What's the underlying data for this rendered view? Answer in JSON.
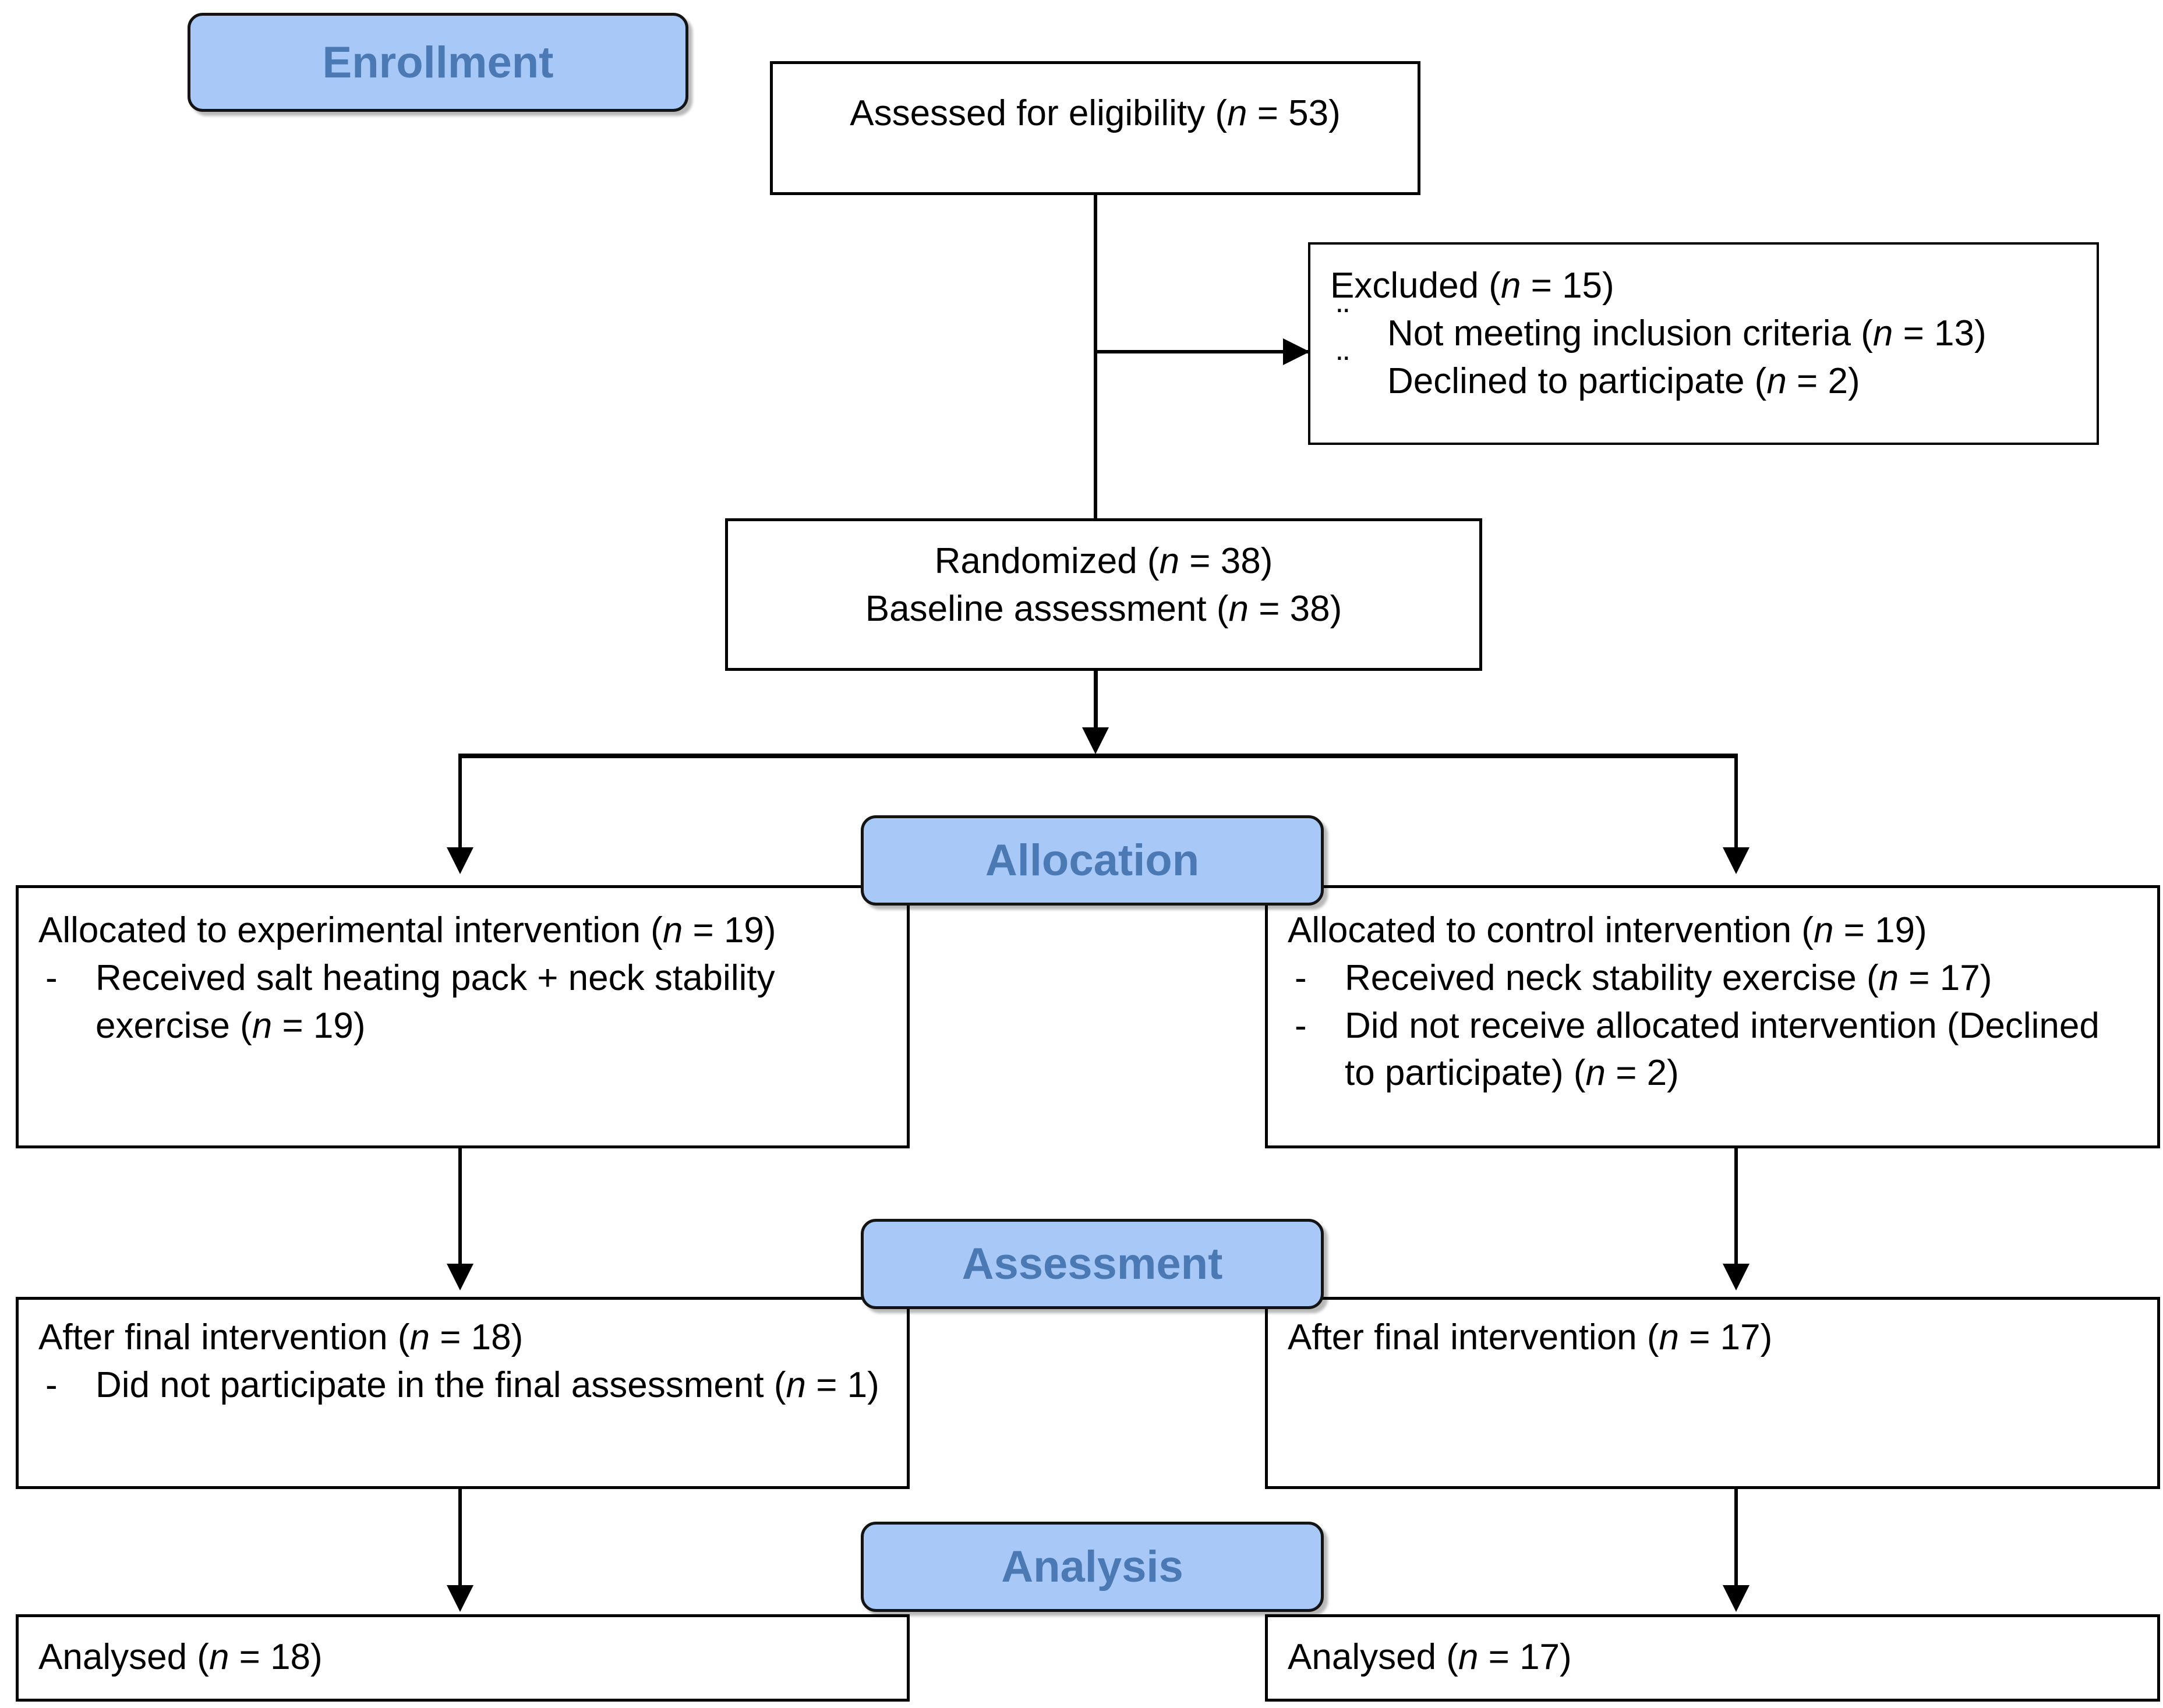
{
  "diagram": {
    "type": "CONSORT participant flow diagram",
    "stage_labels": {
      "enrollment": "Enrollment",
      "allocation": "Allocation",
      "assessment": "Assessment",
      "analysis": "Analysis"
    },
    "colors": {
      "pill_fill": "#A8C8F8",
      "pill_text": "#4A79B4",
      "pill_border": "#141414",
      "box_border": "#000000",
      "box_fill": "#FFFFFF",
      "text": "#000000"
    },
    "enrollment": {
      "assessed": {
        "label": "Assessed for eligibility (",
        "n_symbol": "n",
        "eq": " = 53)"
      },
      "excluded": {
        "title_pre": "Excluded  (",
        "title_n": "n",
        "title_post": " = 15)",
        "bullet_glyph": "¨",
        "items": [
          {
            "pre": "Not meeting inclusion criteria (",
            "n": "n",
            "post": " = 13)"
          },
          {
            "pre": "Declined to participate (",
            "n": "n",
            "post": " = 2)"
          }
        ]
      },
      "randomized": {
        "line1_pre": "Randomized (",
        "line1_n": "n",
        "line1_post": " = 38)",
        "line2_pre": "Baseline assessment (",
        "line2_n": "n",
        "line2_post": " = 38)"
      }
    },
    "allocation": {
      "left": {
        "title_pre": "Allocated to experimental intervention (",
        "title_n": "n",
        "title_post": " = 19)",
        "bullet_glyph": "-",
        "items": [
          {
            "pre": "Received salt heating pack + neck stability exercise (",
            "n": "n",
            "post": " = 19)"
          }
        ]
      },
      "right": {
        "title_pre": "Allocated to control intervention (",
        "title_n": "n",
        "title_post": " = 19)",
        "bullet_glyph": "-",
        "items": [
          {
            "pre": "Received neck stability exercise (",
            "n": "n",
            "post": " = 17)"
          },
          {
            "pre": "Did not receive allocated intervention (Declined to participate) (",
            "n": "n",
            "post": " = 2)"
          }
        ]
      }
    },
    "assessment": {
      "left": {
        "title_pre": "After final intervention (",
        "title_n": "n",
        "title_post": " = 18)",
        "bullet_glyph": "-",
        "items": [
          {
            "pre": "Did not participate in the final assessment (",
            "n": "n",
            "post": " = 1)"
          }
        ]
      },
      "right": {
        "title_pre": "After final intervention (",
        "title_n": "n",
        "title_post": " = 17)",
        "bullet_glyph": "",
        "items": []
      }
    },
    "analysis": {
      "left": {
        "title_pre": "Analysed  (",
        "title_n": "n",
        "title_post": " = 18)"
      },
      "right": {
        "title_pre": "Analysed  (",
        "title_n": "n",
        "title_post": " = 17)"
      }
    },
    "chart_data": {
      "type": "table",
      "title": "CONSORT flow of participants",
      "categories": [
        "Assessed for eligibility",
        "Excluded (total)",
        "Excluded - not meeting inclusion criteria",
        "Excluded - declined to participate",
        "Randomized",
        "Baseline assessment",
        "Allocated to experimental intervention",
        "Experimental - received salt heating pack + neck stability exercise",
        "Allocated to control intervention",
        "Control - received neck stability exercise",
        "Control - did not receive allocated intervention (declined)",
        "Experimental - after final intervention",
        "Experimental - did not participate in final assessment",
        "Control - after final intervention",
        "Experimental - analysed",
        "Control - analysed"
      ],
      "values": [
        53,
        15,
        13,
        2,
        38,
        38,
        19,
        19,
        19,
        17,
        2,
        18,
        1,
        17,
        18,
        17
      ]
    }
  }
}
